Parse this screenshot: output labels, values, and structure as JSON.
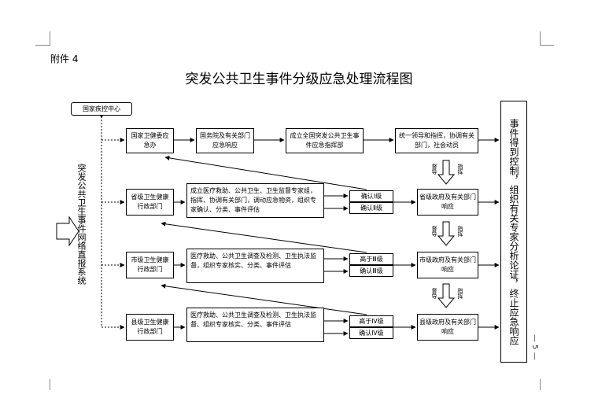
{
  "header": {
    "annex_label": "附件 4"
  },
  "title": "突发公共卫生事件分级应急处理流程图",
  "left_label": "突发公共卫生事件网络直报系统",
  "right_label": "事件得到控制，组织有关专家分析论证，终止应急响应",
  "page_number": "— 5 —",
  "top_center": "国家疾控中心",
  "row1": {
    "health_commission": "国家卫健委应急办",
    "state_council": "国务院及有关部门应急响应",
    "command": "成立全国突发公共卫生事件应急指挥部",
    "unified": "统一领导和指挥，协调有关部门，社会动员"
  },
  "row2": {
    "health_commission": "省级卫生健康行政部门",
    "actions": "成立医疗救助、公共卫生、卫生监督专家组，指挥、协调有关部门，调动应急物资，组织专家确认、分类、事件评估",
    "confirm_a": "确认Ⅰ级",
    "confirm_b": "确认Ⅱ级",
    "gov": "省级政府及有关部门响应"
  },
  "row3": {
    "health_commission": "市级卫生健康行政部门",
    "actions": "医疗救助、公共卫生调查及检测、卫生执法监督，组织专家核实、分类、事件评估",
    "confirm_a": "高于Ⅲ级",
    "confirm_b": "确认Ⅲ级",
    "gov": "市级政府及有关部门响应"
  },
  "row4": {
    "health_commission": "县级卫生健康行政部门",
    "actions": "医疗救助、公共卫生调查及检测、卫生执法监督、组织专家核实、分类、事件评估",
    "confirm_a": "高于Ⅳ级",
    "confirm_b": "确认Ⅳ级",
    "gov": "县级政府及有关部门响应"
  },
  "arrow_labels": {
    "supervise": "督导",
    "direct": "指挥"
  }
}
